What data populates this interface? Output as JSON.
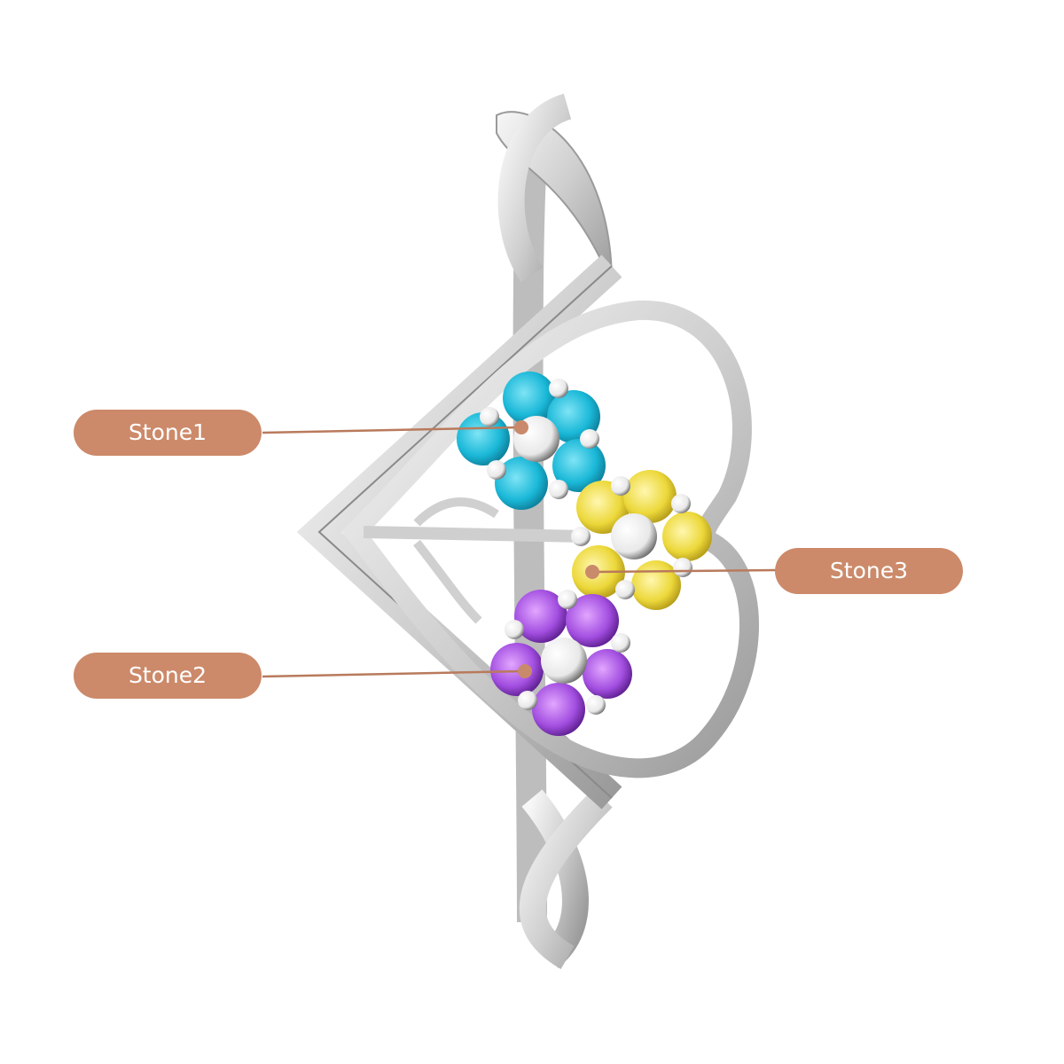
{
  "image": {
    "subject": "Silver heart ring with three flower-cluster stones",
    "background": "#ffffff"
  },
  "callouts": [
    {
      "id": "stone1",
      "label": "Stone1",
      "color": "#1ab8d8",
      "stone_name": "blue stone cluster"
    },
    {
      "id": "stone2",
      "label": "Stone2",
      "color": "#a24ee0",
      "stone_name": "purple stone cluster"
    },
    {
      "id": "stone3",
      "label": "Stone3",
      "color": "#ecd83a",
      "stone_name": "yellow stone cluster"
    }
  ],
  "colors": {
    "label_fill": "#cc8a6a",
    "label_text": "#ffffff",
    "leader_line": "#b97a5c",
    "metal": "#d9d9d9",
    "metal_dark": "#8c8c8c"
  }
}
